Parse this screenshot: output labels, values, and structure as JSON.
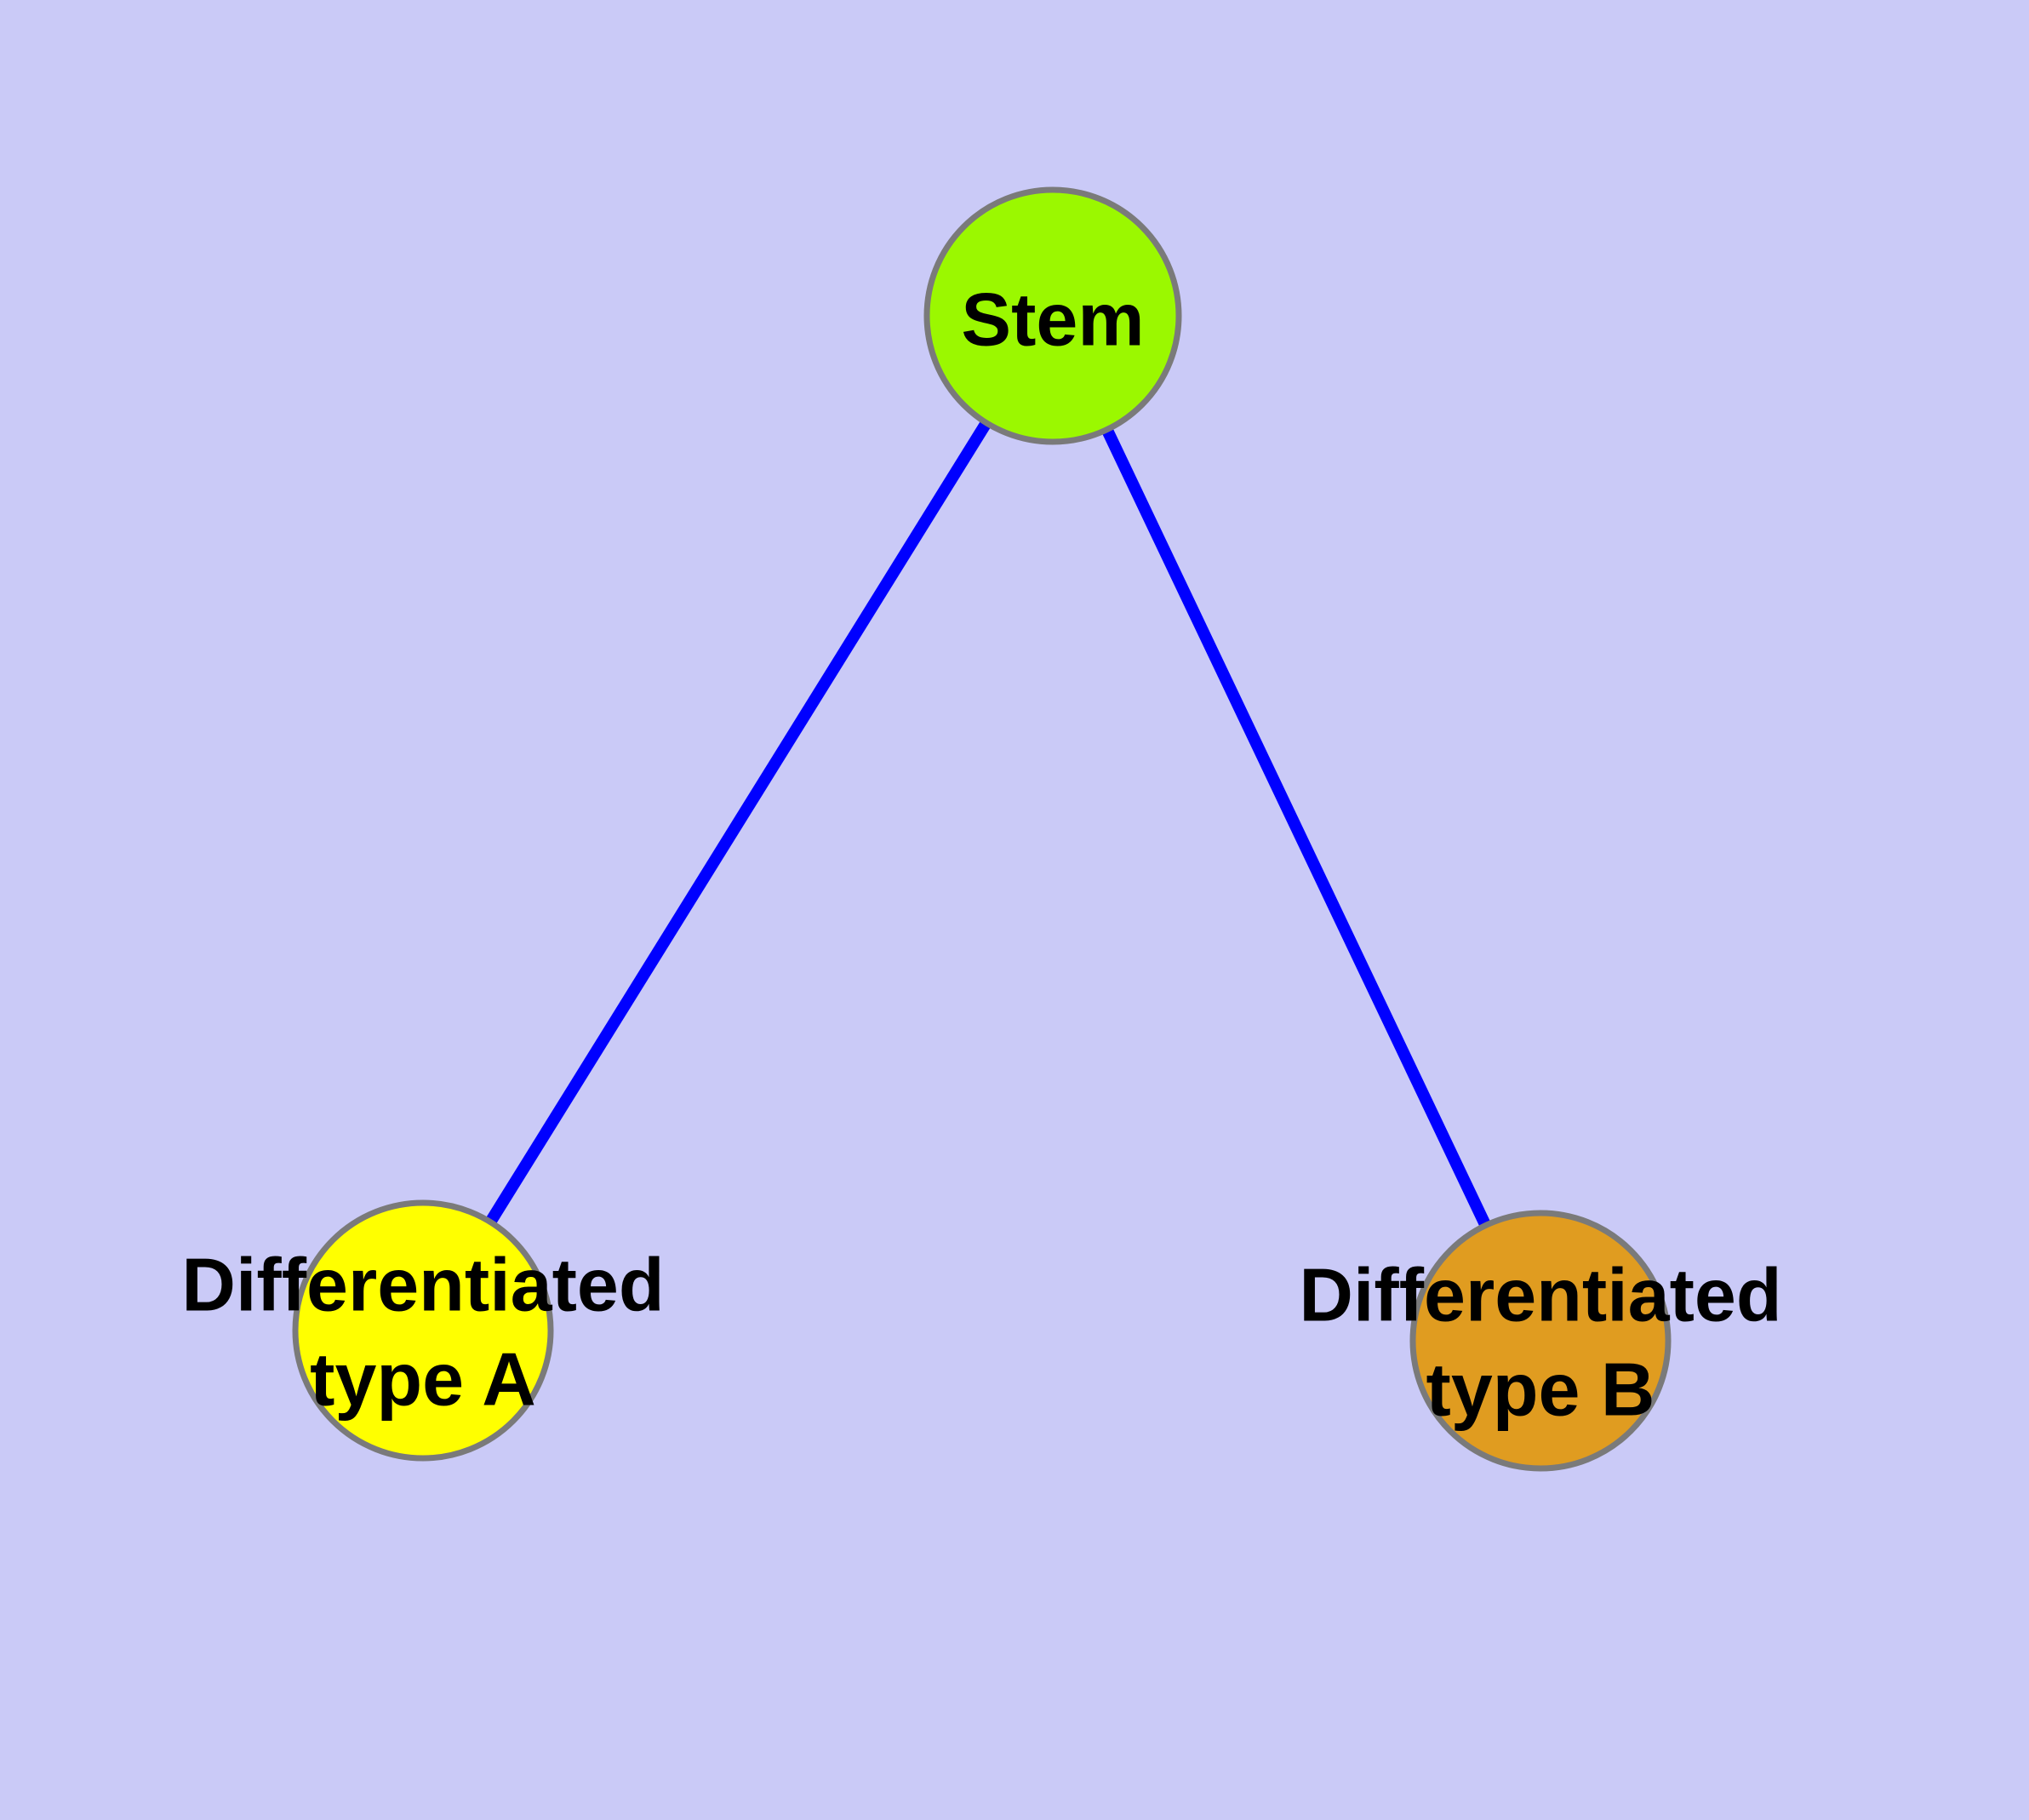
{
  "diagram": {
    "type": "node-link-graph",
    "background_color": "#CACAF7",
    "edge_color": "#0000FF",
    "node_border_color": "#7A7A7A",
    "label_color": "#000000",
    "nodes": [
      {
        "id": "stem",
        "label": "Stem",
        "lines": [
          "Stem"
        ],
        "fill": "#9BF800"
      },
      {
        "id": "differentiated-type-a",
        "label": "Differentiated type A",
        "lines": [
          "Differentiated",
          "type A"
        ],
        "fill": "#FFFF00"
      },
      {
        "id": "differentiated-type-b",
        "label": "Differentiated type B",
        "lines": [
          "Differentiated",
          "type B"
        ],
        "fill": "#E09C20"
      }
    ],
    "edges": [
      {
        "from": "stem",
        "to": "differentiated-type-a"
      },
      {
        "from": "stem",
        "to": "differentiated-type-b"
      }
    ]
  }
}
